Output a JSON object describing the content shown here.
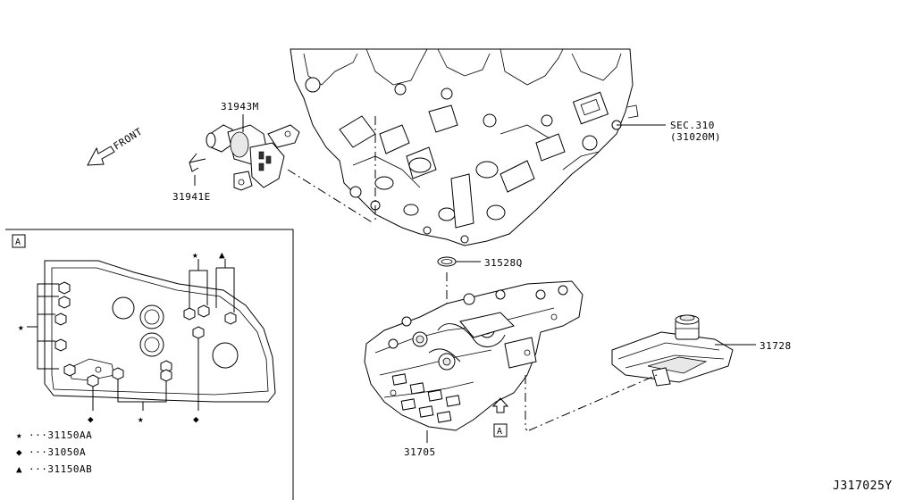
{
  "labels": {
    "front": "FRONT",
    "part_31943M": "31943M",
    "part_31941E": "31941E",
    "sec_310": "SEC.310",
    "sec_310_ref": "(31020M)",
    "part_31528Q": "31528Q",
    "part_31728": "31728",
    "part_31705": "31705",
    "view_a_box": "A",
    "view_a_arrow_box": "A",
    "diagram_id": "J317025Y"
  },
  "legend": [
    {
      "symbol": "star",
      "text": "···31150AA"
    },
    {
      "symbol": "diamond",
      "text": "···31050A"
    },
    {
      "symbol": "triangle",
      "text": "···31150AB"
    }
  ]
}
